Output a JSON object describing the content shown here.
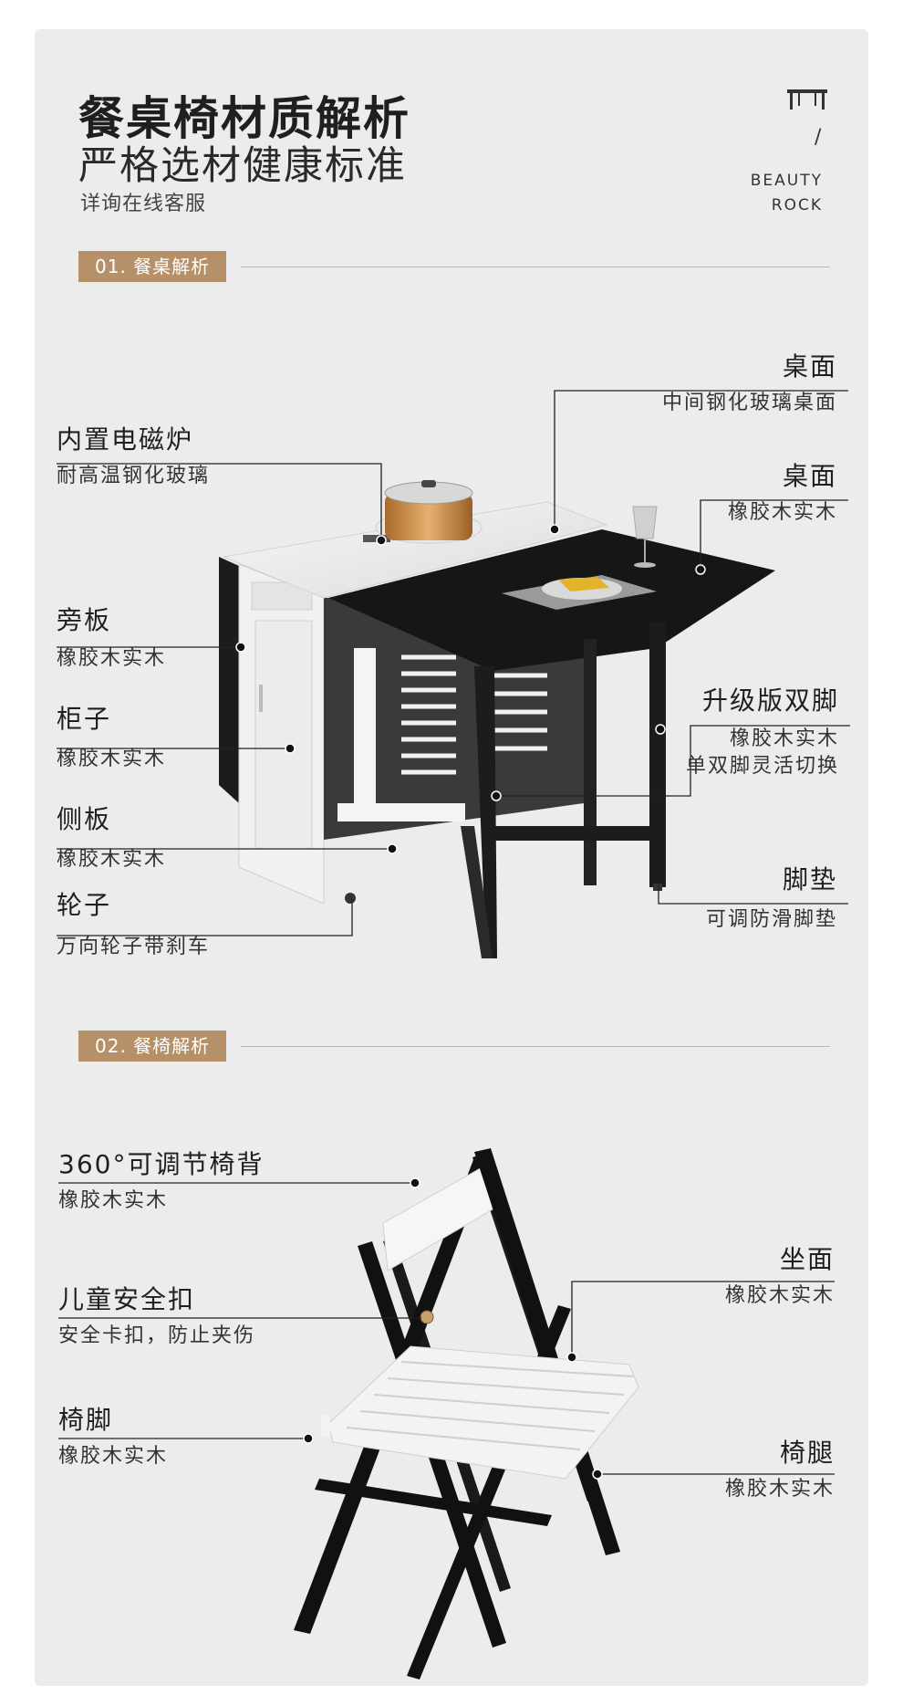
{
  "header": {
    "title": "餐桌椅材质解析",
    "subtitle": "严格选材健康标准",
    "note": "详询在线客服",
    "brand_line1": "BEAUTY",
    "brand_line2": "ROCK",
    "brand_slash": "/"
  },
  "sections": {
    "table": "01. 餐桌解析",
    "chair": "02. 餐椅解析"
  },
  "table_labels": {
    "top_center": {
      "title": "桌面",
      "sub": "中间钢化玻璃桌面"
    },
    "top_leaf": {
      "title": "桌面",
      "sub": "橡胶木实木"
    },
    "induction": {
      "title": "内置电磁炉",
      "sub": "耐高温钢化玻璃"
    },
    "side_panel": {
      "title": "旁板",
      "sub": "橡胶木实木"
    },
    "cabinet": {
      "title": "柜子",
      "sub": "橡胶木实木"
    },
    "side_board": {
      "title": "侧板",
      "sub": "橡胶木实木"
    },
    "wheels": {
      "title": "轮子",
      "sub": "万向轮子带刹车"
    },
    "legs": {
      "title": "升级版双脚",
      "sub1": "橡胶木实木",
      "sub2": "单双脚灵活切换"
    },
    "foot_pad": {
      "title": "脚垫",
      "sub": "可调防滑脚垫"
    }
  },
  "chair_labels": {
    "backrest": {
      "title": "360°可调节椅背",
      "sub": "橡胶木实木"
    },
    "safety_lock": {
      "title": "儿童安全扣",
      "sub": "安全卡扣，防止夹伤"
    },
    "chair_foot": {
      "title": "椅脚",
      "sub": "橡胶木实木"
    },
    "seat": {
      "title": "坐面",
      "sub": "橡胶木实木"
    },
    "chair_leg": {
      "title": "椅腿",
      "sub": "橡胶木实木"
    }
  },
  "colors": {
    "panel": "#ececec",
    "accent": "#b59068",
    "wood_black": "#1c1c1c",
    "white_wood": "#f4f4f4"
  }
}
